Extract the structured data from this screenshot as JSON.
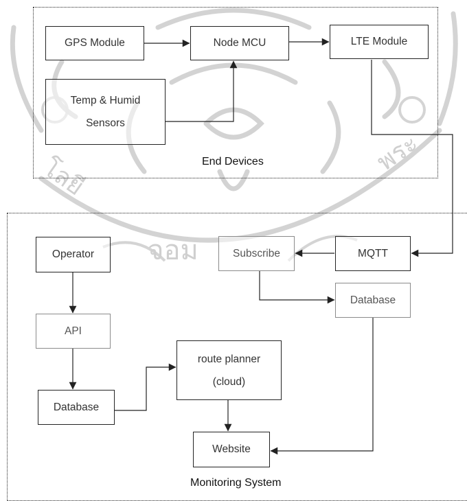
{
  "diagram": {
    "groups": {
      "end_devices": {
        "label": "End Devices"
      },
      "monitoring_system": {
        "label": "Monitoring System"
      }
    },
    "nodes": {
      "gps_module": {
        "label": "GPS Module"
      },
      "node_mcu": {
        "label": "Node MCU"
      },
      "lte_module": {
        "label": "LTE Module"
      },
      "temp_humid": {
        "line1": "Temp & Humid",
        "line2": "Sensors"
      },
      "operator": {
        "label": "Operator"
      },
      "subscribe": {
        "label": "Subscribe"
      },
      "mqtt": {
        "label": "MQTT"
      },
      "database_top": {
        "label": "Database"
      },
      "api": {
        "label": "API"
      },
      "database_bottom": {
        "label": "Database"
      },
      "route_planner": {
        "line1": "route planner",
        "line2": "(cloud)"
      },
      "website": {
        "label": "Website"
      }
    },
    "connections": [
      {
        "from": "GPS Module",
        "to": "Node MCU"
      },
      {
        "from": "Temp & Humid Sensors",
        "to": "Node MCU"
      },
      {
        "from": "Node MCU",
        "to": "LTE Module"
      },
      {
        "from": "LTE Module",
        "to": "MQTT"
      },
      {
        "from": "MQTT",
        "to": "Subscribe"
      },
      {
        "from": "Subscribe",
        "to": "Database"
      },
      {
        "from": "Operator",
        "to": "API"
      },
      {
        "from": "API",
        "to": "Database"
      },
      {
        "from": "Database",
        "to": "route planner (cloud)"
      },
      {
        "from": "route planner (cloud)",
        "to": "Website"
      },
      {
        "from": "Database",
        "to": "Website"
      }
    ],
    "colors": {
      "line": "#222222",
      "watermark": "#cfcfcf"
    }
  }
}
